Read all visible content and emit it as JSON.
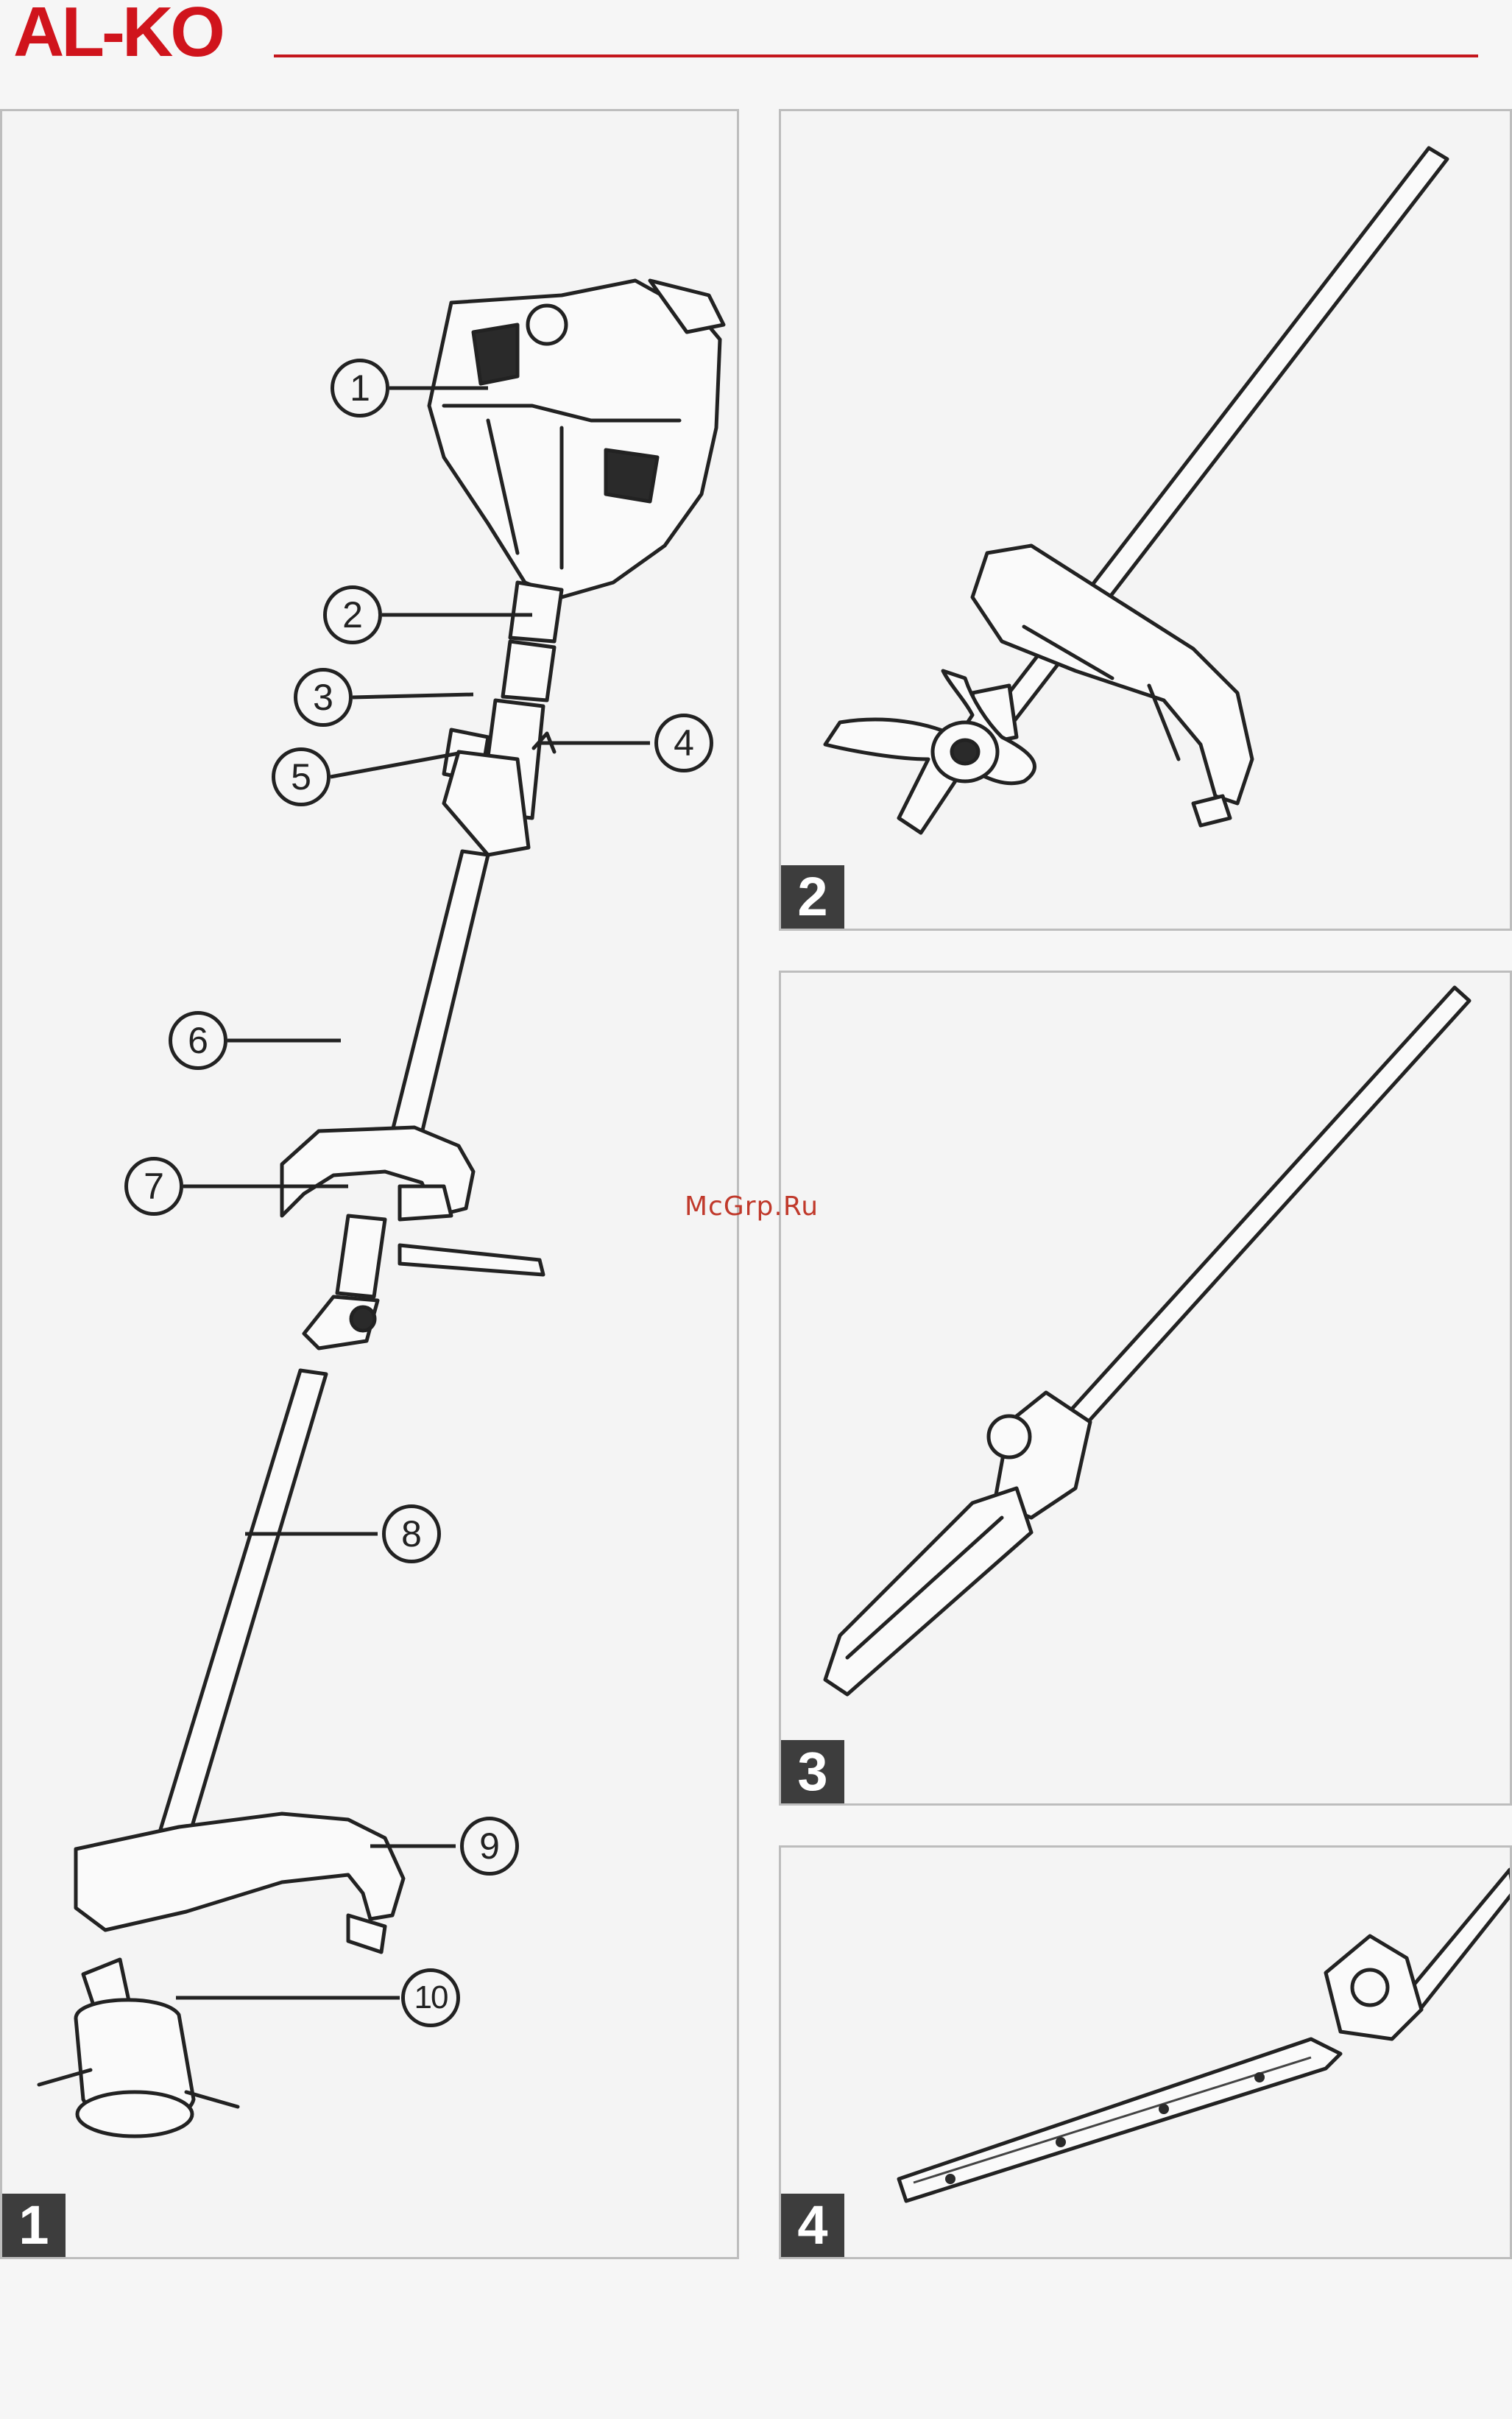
{
  "header": {
    "logo_text": "AL-KO",
    "brand_color": "#d0141c"
  },
  "watermark": "McGrp.Ru",
  "figures": [
    {
      "number": "1",
      "callouts": [
        "1",
        "2",
        "3",
        "4",
        "5",
        "6",
        "7",
        "8",
        "9",
        "10"
      ]
    },
    {
      "number": "2"
    },
    {
      "number": "3"
    },
    {
      "number": "4"
    }
  ]
}
